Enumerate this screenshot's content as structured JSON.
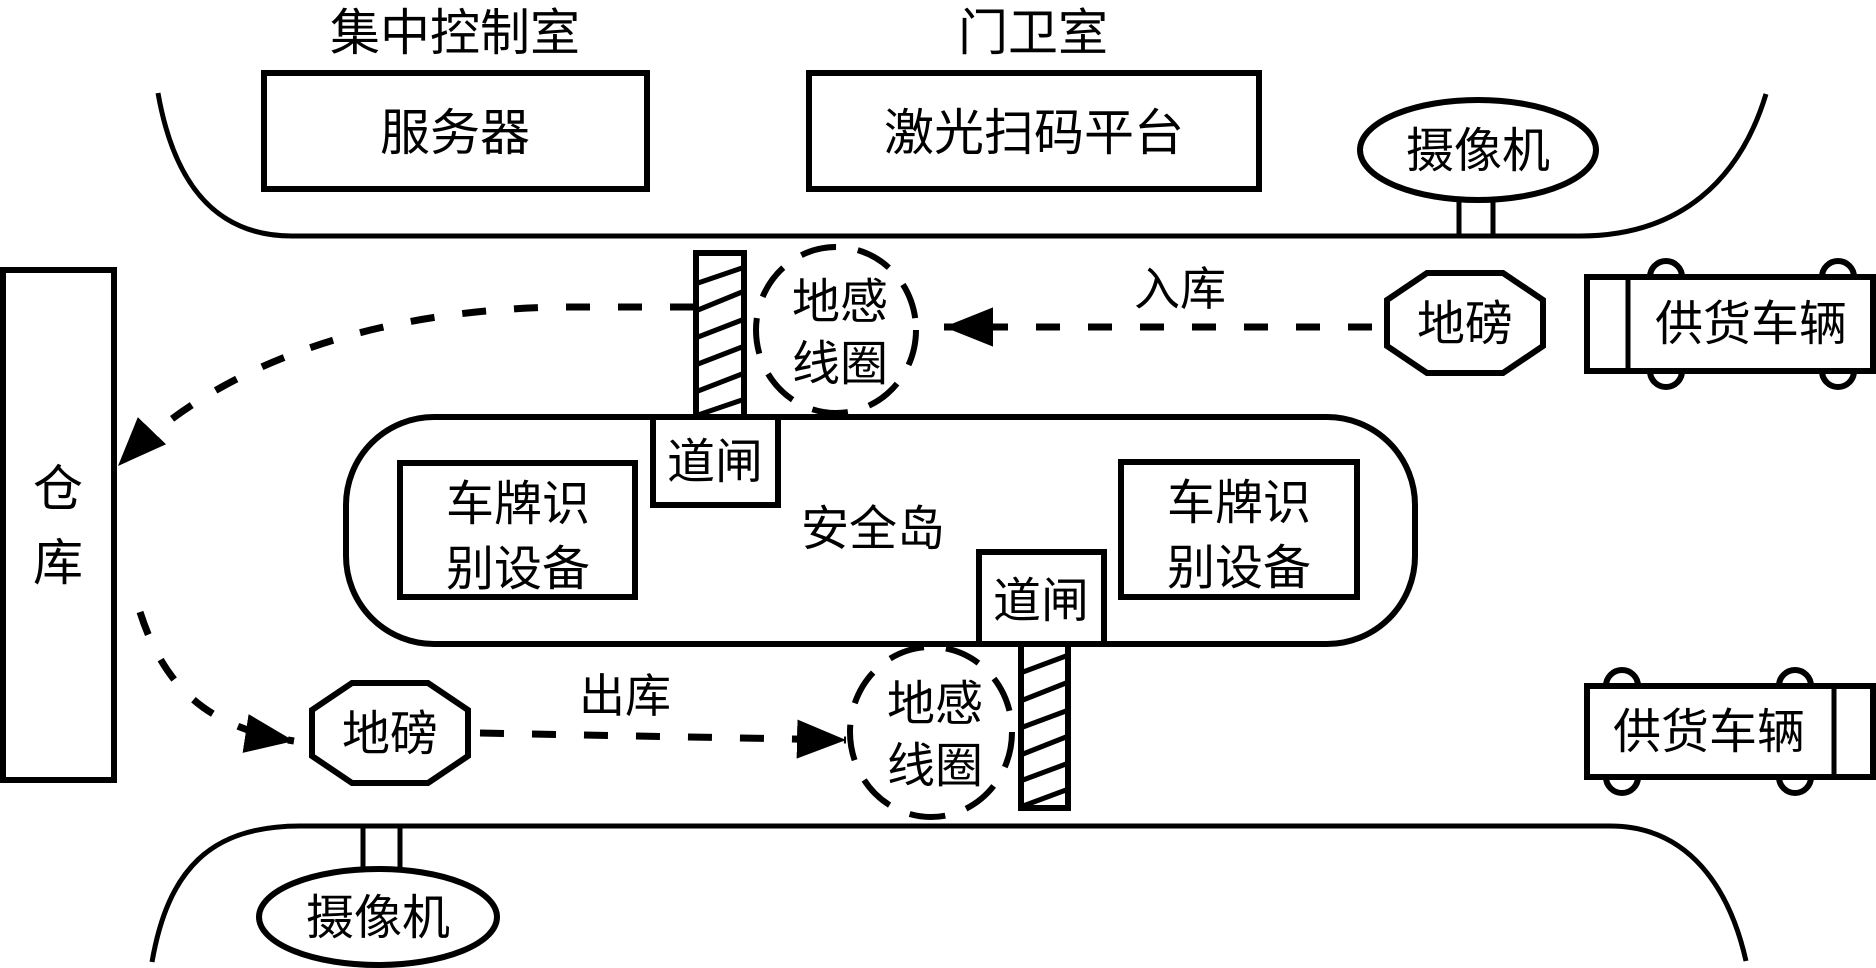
{
  "title": "仓库出入库车辆管理系统布局示意图",
  "colors": {
    "stroke": "#000000",
    "background": "#ffffff"
  },
  "rooms": {
    "control_room": {
      "label": "集中控制室",
      "device": "服务器"
    },
    "guard_room": {
      "label": "门卫室",
      "device": "激光扫码平台"
    }
  },
  "warehouse": {
    "label": [
      "仓",
      "库"
    ]
  },
  "cameras": {
    "top": "摄像机",
    "bottom": "摄像机"
  },
  "weighbridges": {
    "inbound": "地磅",
    "outbound": "地磅"
  },
  "loops": {
    "inbound": [
      "地感",
      "线圈"
    ],
    "outbound": [
      "地感",
      "线圈"
    ]
  },
  "gates": {
    "inbound": "道闸",
    "outbound": "道闸"
  },
  "safety_island": {
    "label": "安全岛",
    "plate_left": [
      "车牌识",
      "别设备"
    ],
    "plate_right": [
      "车牌识",
      "别设备"
    ]
  },
  "flows": {
    "inbound": "入库",
    "outbound": "出库"
  },
  "vehicles": {
    "inbound": "供货车辆",
    "outbound": "供货车辆"
  }
}
